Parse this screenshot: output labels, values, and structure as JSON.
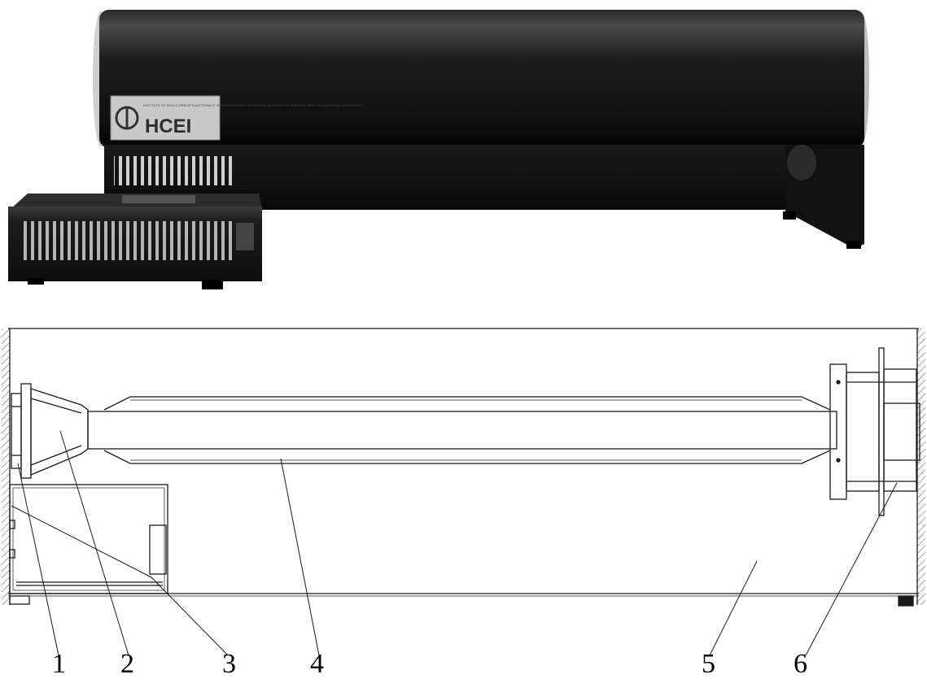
{
  "photo": {
    "logo_text": "HCEI",
    "logo_small_text": "INSTITUTE OF HIGH CURRENT ELECTRONICS SIBERIAN BRANCH OF RUSSIAN ACADEMY OF SCIENCES OPTICAL RADIATION LABORATORY"
  },
  "drawing": {
    "callouts": [
      {
        "id": "1",
        "label": "1"
      },
      {
        "id": "2",
        "label": "2"
      },
      {
        "id": "3",
        "label": "3"
      },
      {
        "id": "4",
        "label": "4"
      },
      {
        "id": "5",
        "label": "5"
      },
      {
        "id": "6",
        "label": "6"
      }
    ]
  },
  "colors": {
    "housing": "#141414",
    "housing_highlight": "#3a3a3a",
    "line": "#1a1a1a",
    "paper": "#ffffff"
  }
}
